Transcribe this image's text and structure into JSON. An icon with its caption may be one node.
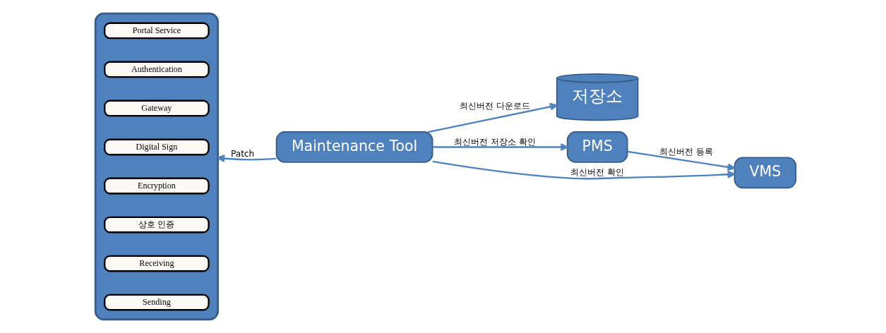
{
  "diagram": {
    "nodes": [
      {
        "text": [],
        "shape": "box"
      },
      {
        "text": [
          "Sending"
        ],
        "in": 0
      },
      {
        "text": [
          "Receiving"
        ],
        "in": 0
      },
      {
        "text": [
          "상호 인증"
        ],
        "in": 0
      },
      {
        "text": [
          "Encryption"
        ],
        "in": 0
      },
      {
        "text": [
          "Digital Sign"
        ],
        "in": 0
      },
      {
        "text": [
          "Gateway"
        ],
        "in": 0
      },
      {
        "text": [
          "Authentication"
        ],
        "in": 0
      },
      {
        "text": [
          "Portal Service"
        ],
        "in": 0
      },
      {
        "text": [
          "저장소"
        ]
      },
      {
        "text": [
          "PMS"
        ]
      },
      {
        "text": [
          "Maintenance Tool"
        ]
      },
      {
        "text": [
          "VMS"
        ]
      }
    ],
    "edges": [
      {
        "from": 11,
        "to": 9,
        "arrow": "to",
        "label": "최신버전 다운로드"
      },
      {
        "from": 11,
        "to": 10,
        "arrow": "to",
        "label": "최신버전 저장소 확인"
      },
      {
        "from": 10,
        "to": 12,
        "arrow": "to",
        "label": "최신버전 등록"
      },
      {
        "from": 11,
        "to": 12,
        "arrow": "to",
        "label": "최신버전 확인"
      },
      {
        "from": 11,
        "to": 0,
        "arrow": "to",
        "label": "Patch"
      }
    ]
  }
}
